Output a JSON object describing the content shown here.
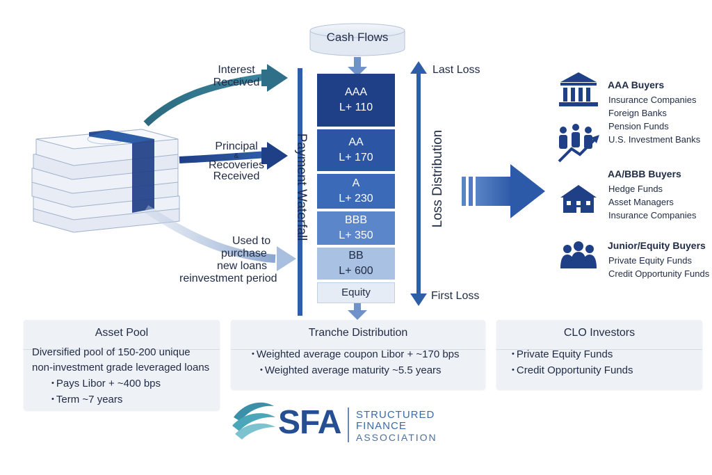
{
  "diagram": {
    "cash_flows": "Cash Flows",
    "flow_labels": {
      "interest": [
        "Interest",
        "Received"
      ],
      "principal_1": "Principal",
      "principal_amp": "&",
      "principal_2": "Recoveries",
      "principal_3": "Received",
      "reinvest": [
        "Used to",
        "purchase",
        "new loans",
        "reinvestment period"
      ]
    },
    "payment_waterfall": "Payment Waterfall",
    "loss_distribution": "Loss Distribution",
    "last_loss": "Last Loss",
    "first_loss": "First Loss",
    "tranches": [
      {
        "name": "AAA",
        "spread": "L+ 110",
        "color": "#1f3f87",
        "text_color": "#ffffff"
      },
      {
        "name": "AA",
        "spread": "L+ 170",
        "color": "#2c55a3",
        "text_color": "#ffffff"
      },
      {
        "name": "A",
        "spread": "L+ 230",
        "color": "#3a6ab8",
        "text_color": "#ffffff"
      },
      {
        "name": "BBB",
        "spread": "L+ 350",
        "color": "#5b86c9",
        "text_color": "#ffffff"
      },
      {
        "name": "BB",
        "spread": "L+ 600",
        "color": "#a9c1e2",
        "text_color": "#1f2a44"
      },
      {
        "name": "Equity",
        "spread": "",
        "color": "#e6ecf5",
        "text_color": "#1f2a44"
      }
    ],
    "buyers": [
      {
        "title": "AAA Buyers",
        "items": [
          "Insurance Companies",
          "Foreign Banks",
          "Pension Funds",
          "U.S. Investment Banks"
        ],
        "icon": "bank-icon"
      },
      {
        "title": "AA/BBB Buyers",
        "items": [
          "Hedge Funds",
          "Asset Managers",
          "Insurance Companies"
        ],
        "icon": "building-icon"
      },
      {
        "title": "Junior/Equity Buyers",
        "items": [
          "Private Equity Funds",
          "Credit Opportunity Funds"
        ],
        "icon": "group-icon"
      }
    ]
  },
  "cards": {
    "asset_pool": {
      "title": "Asset Pool",
      "lines": [
        "Diversified pool of 150-200 unique",
        "non-investment grade leveraged loans"
      ],
      "bullets": [
        "Pays Libor + ~400 bps",
        "Term ~7 years"
      ]
    },
    "tranche_distribution": {
      "title": "Tranche Distribution",
      "bullets": [
        "Weighted average coupon Libor + ~170 bps",
        "Weighted average maturity ~5.5 years"
      ]
    },
    "clo_investors": {
      "title": "CLO Investors",
      "bullets": [
        "Private Equity Funds",
        "Credit Opportunity Funds"
      ]
    }
  },
  "logo": {
    "abbr": "SFA",
    "line1": "STRUCTURED",
    "line2": "FINANCE",
    "line3": "ASSOCIATION"
  },
  "colors": {
    "navy": "#1f3f87",
    "blue": "#2f5ea8",
    "teal": "#2e6f86"
  }
}
